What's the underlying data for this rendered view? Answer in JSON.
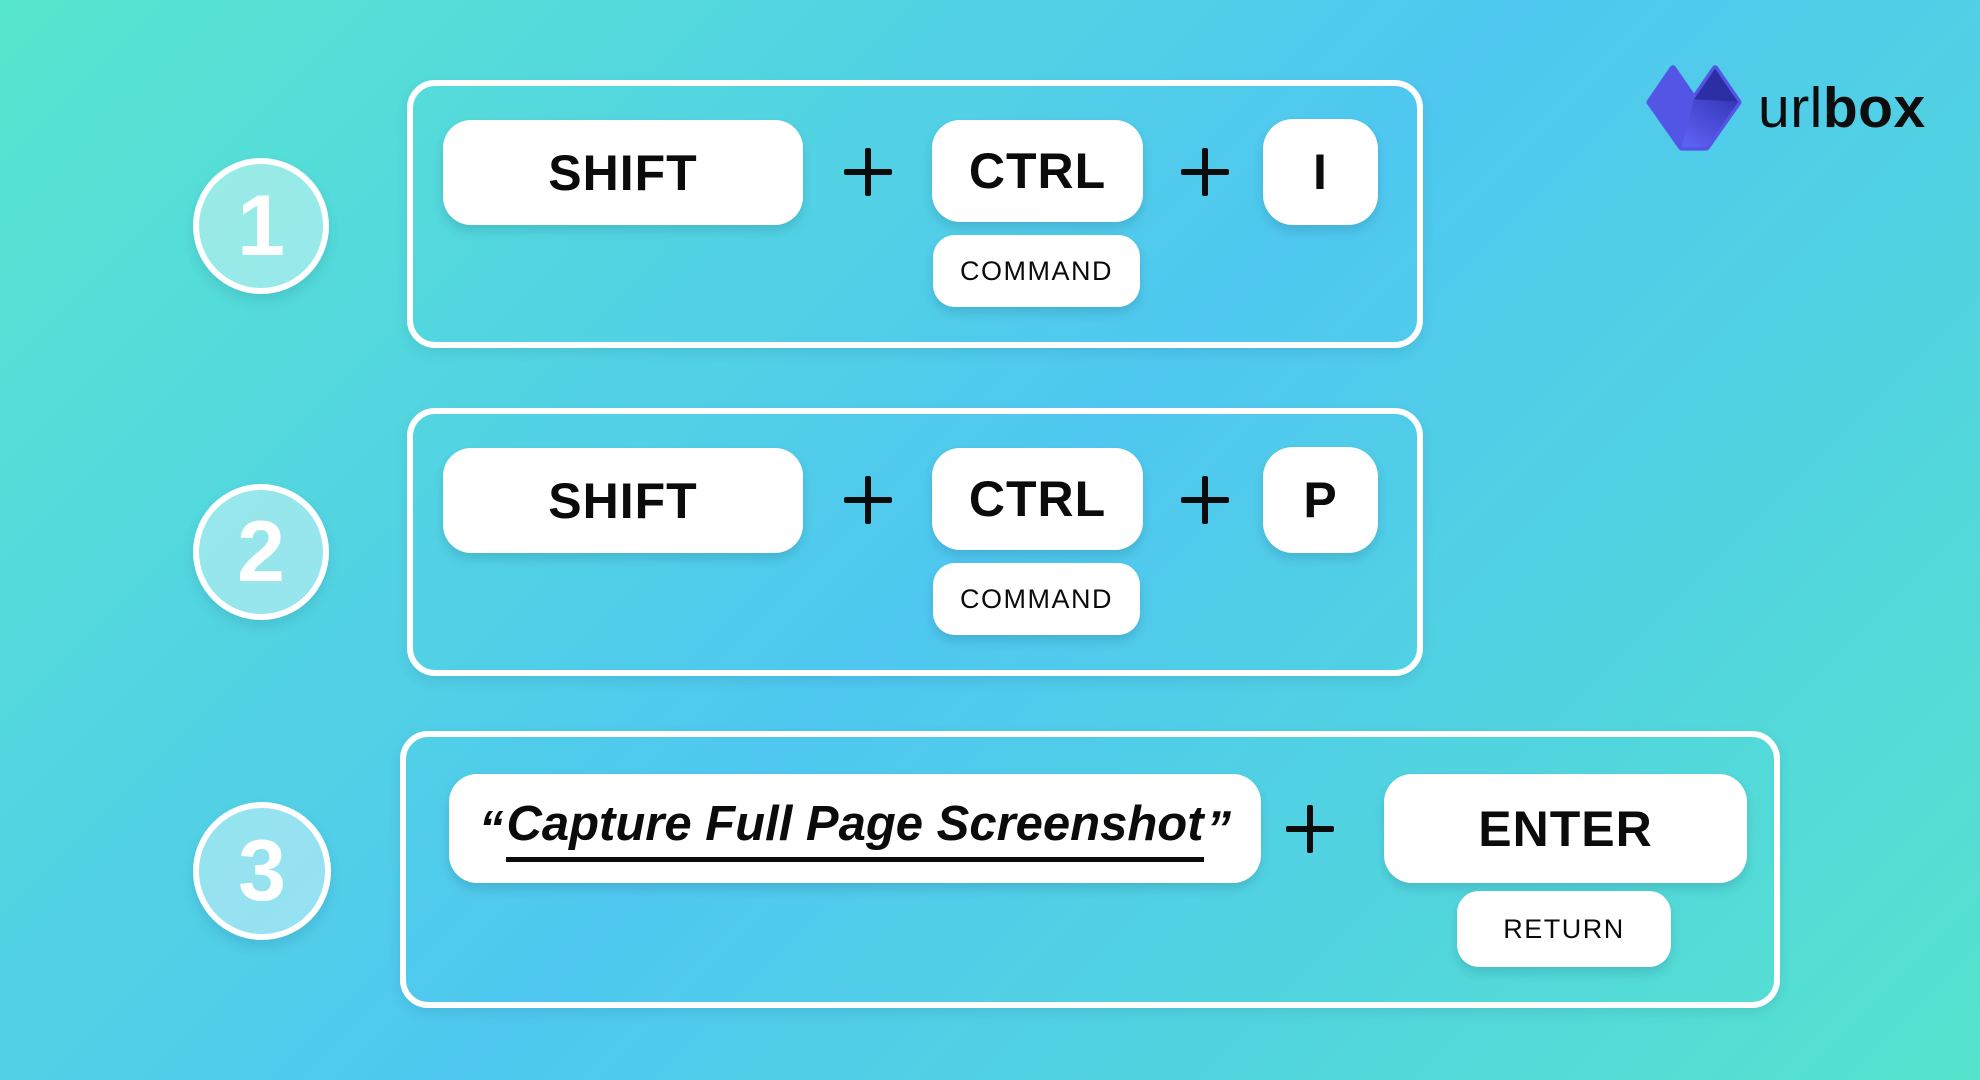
{
  "background": {
    "gradient_start": "#57E6CE",
    "gradient_mid": "#4FC7F0",
    "gradient_end": "#55E3CD"
  },
  "logo": {
    "brand_prefix": "url",
    "brand_suffix": "box",
    "icon": "urlbox-v-gem-icon",
    "icon_colors": {
      "left_facet": "#5356E4",
      "right_facet": "#2D2DA6",
      "bottom_facet_dark": "#3436B8",
      "bottom_facet_light": "#5E60F2"
    },
    "text_color": "#0d0d0d"
  },
  "steps": [
    {
      "number": "1",
      "keys": {
        "key1": "SHIFT",
        "key2": "CTRL",
        "key2_alt": "COMMAND",
        "key3": "I"
      }
    },
    {
      "number": "2",
      "keys": {
        "key1": "SHIFT",
        "key2": "CTRL",
        "key2_alt": "COMMAND",
        "key3": "P"
      }
    },
    {
      "number": "3",
      "menu_quote_open": "“",
      "menu_command": "Capture Full Page Screenshot",
      "menu_quote_close": "”",
      "keys": {
        "key1": "ENTER",
        "key1_alt": "RETURN"
      }
    }
  ],
  "icons": {
    "plus": "+"
  },
  "colors": {
    "key_bg": "#ffffff",
    "key_text": "#0b0b0b",
    "panel_border": "#ffffff",
    "circle_fill": "rgba(255,255,255,0.40)",
    "circle_text": "#ffffff"
  }
}
